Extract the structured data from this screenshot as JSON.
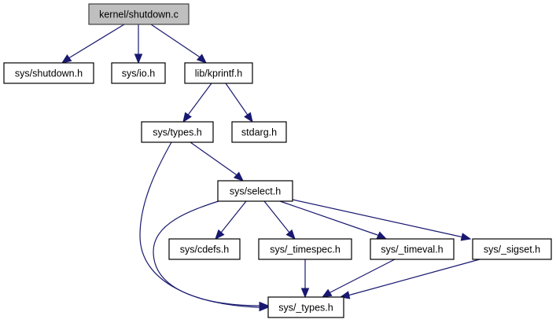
{
  "title": "kernel/shutdown.c include dependency graph",
  "colors": {
    "edge": "#191970",
    "root_fill": "#bfbfbf",
    "node_fill": "#ffffff",
    "node_border": "#000000"
  },
  "nodes": [
    {
      "id": "root",
      "label": "kernel/shutdown.c",
      "root": true
    },
    {
      "id": "shutdown_h",
      "label": "sys/shutdown.h"
    },
    {
      "id": "io_h",
      "label": "sys/io.h"
    },
    {
      "id": "kprintf_h",
      "label": "lib/kprintf.h"
    },
    {
      "id": "types_h",
      "label": "sys/types.h"
    },
    {
      "id": "stdarg_h",
      "label": "stdarg.h"
    },
    {
      "id": "select_h",
      "label": "sys/select.h"
    },
    {
      "id": "cdefs_h",
      "label": "sys/cdefs.h"
    },
    {
      "id": "timespec_h",
      "label": "sys/_timespec.h"
    },
    {
      "id": "timeval_h",
      "label": "sys/_timeval.h"
    },
    {
      "id": "sigset_h",
      "label": "sys/_sigset.h"
    },
    {
      "id": "_types_h",
      "label": "sys/_types.h"
    }
  ],
  "edges": [
    {
      "from": "root",
      "to": "shutdown_h"
    },
    {
      "from": "root",
      "to": "io_h"
    },
    {
      "from": "root",
      "to": "kprintf_h"
    },
    {
      "from": "kprintf_h",
      "to": "types_h"
    },
    {
      "from": "kprintf_h",
      "to": "stdarg_h"
    },
    {
      "from": "types_h",
      "to": "select_h"
    },
    {
      "from": "types_h",
      "to": "_types_h"
    },
    {
      "from": "select_h",
      "to": "_types_h"
    },
    {
      "from": "select_h",
      "to": "cdefs_h"
    },
    {
      "from": "select_h",
      "to": "timespec_h"
    },
    {
      "from": "select_h",
      "to": "timeval_h"
    },
    {
      "from": "select_h",
      "to": "sigset_h"
    },
    {
      "from": "timespec_h",
      "to": "_types_h"
    },
    {
      "from": "timeval_h",
      "to": "_types_h"
    },
    {
      "from": "sigset_h",
      "to": "_types_h"
    }
  ]
}
